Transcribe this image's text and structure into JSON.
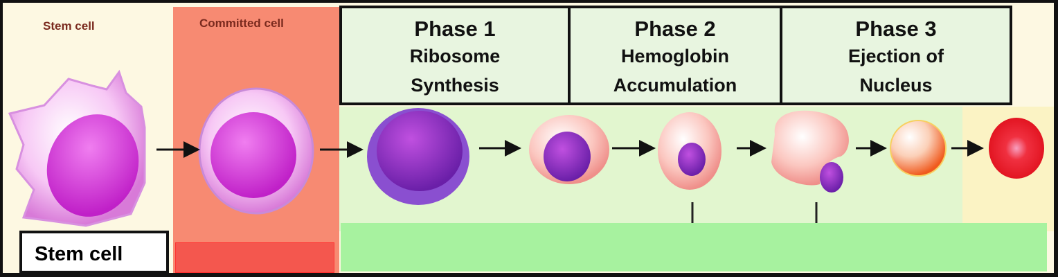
{
  "headers": {
    "stem_cell": "Stem cell",
    "committed_cell": "Committed cell"
  },
  "phases": [
    {
      "title": "Phase 1",
      "line1": "Ribosome",
      "line2": "Synthesis"
    },
    {
      "title": "Phase 2",
      "line1": "Hemoglobin",
      "line2": "Accumulation"
    },
    {
      "title": "Phase 3",
      "line1": "Ejection of",
      "line2": "Nucleus"
    }
  ],
  "labels": {
    "stem_cell_box": "Stem cell"
  },
  "colors": {
    "committed": "#f78a72",
    "phase_bg": "#e8f5e0",
    "green_bar": "#a7f29f",
    "rbc": "#e8121e"
  }
}
